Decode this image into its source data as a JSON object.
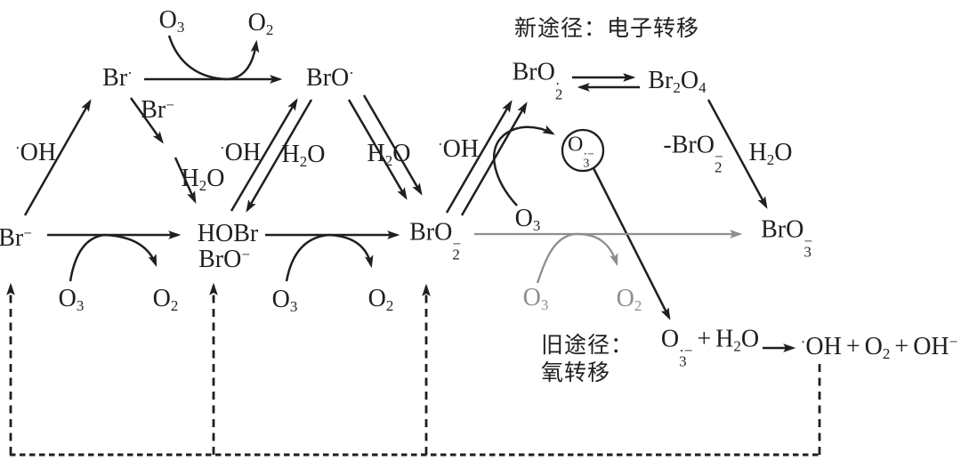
{
  "colors": {
    "ink": "#1f1f1f",
    "gray": "#8e8e8e",
    "background": "#ffffff"
  },
  "headings": {
    "new_pathway": "新途径：电子转移",
    "old_pathway_line1": "旧途径：",
    "old_pathway_line2": "氧转移"
  },
  "species": {
    "o3": {
      "base": "O",
      "sub": "3"
    },
    "o2": {
      "base": "O",
      "sub": "2"
    },
    "h2o": {
      "h": "H",
      "sub": "2",
      "o": "O"
    },
    "oh_radical": {
      "dot": "·",
      "text": "OH"
    },
    "oh_minus": {
      "text": "OH",
      "sup": "−"
    },
    "br_radical": {
      "base": "Br",
      "dot": "·"
    },
    "bro_radical": {
      "base": "BrO",
      "dot": "·"
    },
    "br_minus": {
      "base": "Br",
      "sup": "−"
    },
    "hobr": {
      "text": "HOBr"
    },
    "bro_minus": {
      "base": "BrO",
      "sup": "−"
    },
    "bro2_minus": {
      "base": "BrO",
      "sup": "−",
      "sub": "2"
    },
    "bro2_radical": {
      "base": "BrO",
      "sup": "·",
      "sub": "2"
    },
    "bro3_minus": {
      "base": "BrO",
      "sup": "−",
      "sub": "3"
    },
    "br2o4": {
      "b1": "Br",
      "s1": "2",
      "b2": "O",
      "s2": "4"
    },
    "o3_radical_anion": {
      "base": "O",
      "sup": "·−",
      "sub": "3"
    },
    "minus_prefix": "-"
  },
  "equation": {
    "plus": "+"
  }
}
